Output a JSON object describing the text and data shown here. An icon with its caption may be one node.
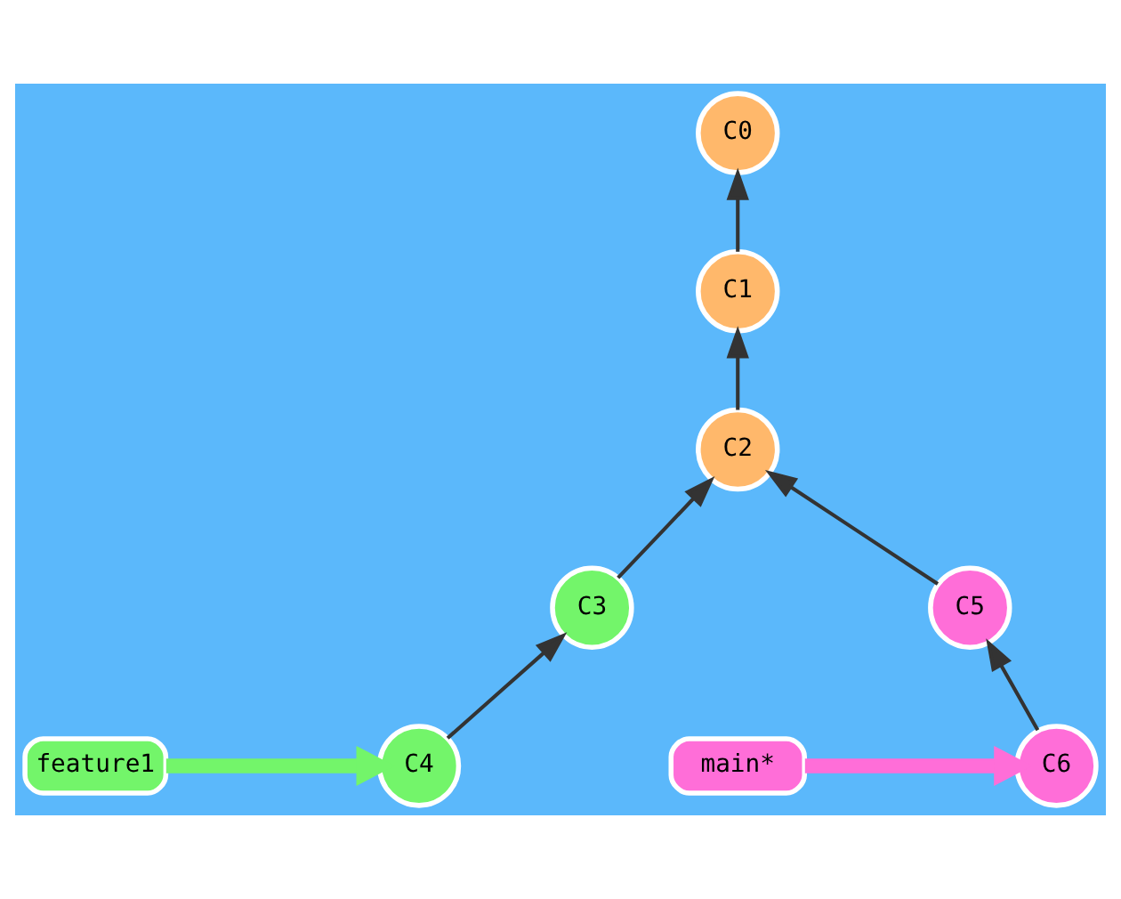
{
  "diagram": {
    "nodes": [
      {
        "text": [
          "C0"
        ]
      },
      {
        "text": [
          "C1"
        ]
      },
      {
        "text": [
          "C2"
        ]
      },
      {
        "text": [
          "C3"
        ]
      },
      {
        "text": [
          "C5"
        ]
      },
      {
        "text": [
          "feature1"
        ]
      },
      {
        "text": [
          "C4"
        ]
      },
      {
        "text": [
          "C6"
        ]
      },
      {
        "text": [
          "main*"
        ]
      }
    ],
    "edges": [
      {
        "from": 1,
        "to": 0,
        "arrow": "to"
      },
      {
        "from": 2,
        "to": 1,
        "arrow": "to"
      },
      {
        "from": 3,
        "to": 2,
        "arrow": "to"
      },
      {
        "from": 4,
        "to": 2,
        "arrow": "to"
      },
      {
        "from": 6,
        "to": 3,
        "arrow": "to"
      },
      {
        "from": 7,
        "to": 4,
        "arrow": "to"
      },
      {
        "from": 5,
        "to": 6,
        "arrow": "to",
        "style": "thick",
        "color": "#73f56a"
      },
      {
        "from": 8,
        "to": 7,
        "arrow": "to",
        "style": "thick",
        "color": "#ff6ed8"
      }
    ]
  }
}
